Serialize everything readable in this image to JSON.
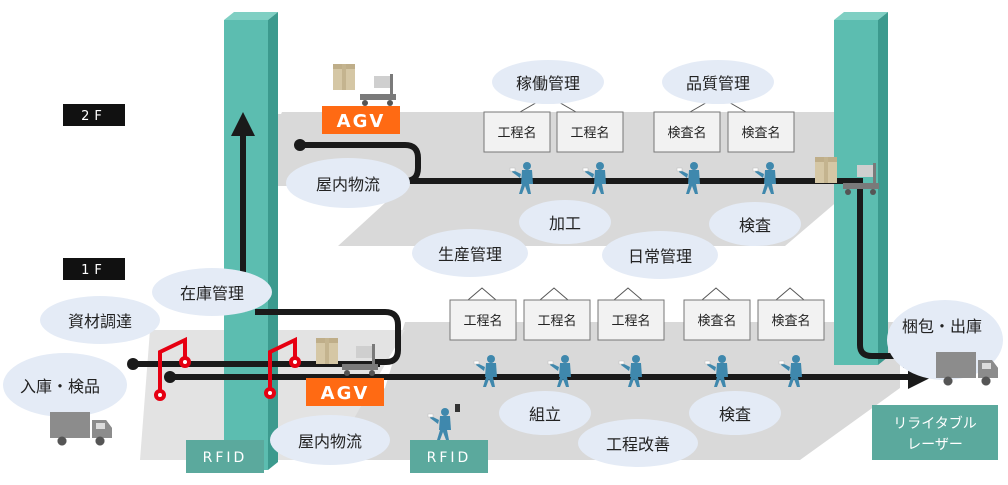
{
  "floors": {
    "upper": "2F",
    "lower": "1F"
  },
  "agv": {
    "label": "AGV"
  },
  "rfid": {
    "label": "RFID"
  },
  "storage": {
    "line1": "リライタブル",
    "line2": "レーザー"
  },
  "bubbles": {
    "indoor_logistics": "屋内物流",
    "operation_mgmt": "稼働管理",
    "quality_mgmt": "品質管理",
    "processing": "加工",
    "inspection": "検査",
    "production_mgmt": "生産管理",
    "daily_mgmt": "日常管理",
    "inventory_mgmt": "在庫管理",
    "material_procurement": "資材調達",
    "receiving_inspection": "入庫・検品",
    "assembly": "組立",
    "process_improvement": "工程改善",
    "packing_shipping": "梱包・出庫"
  },
  "signs": {
    "process_name": "工程名",
    "inspection_name": "検査名"
  },
  "colors": {
    "pillar": "#5cbdb0",
    "pillar_dark": "#3c9a8e",
    "floor": "#d9d9d9",
    "bubble": "#e4ebf6",
    "agv": "#ff6a13",
    "tag": "#e60012",
    "line": "#1a1a1a",
    "worker": "#3f88ad",
    "badge": "#5ba99d"
  }
}
